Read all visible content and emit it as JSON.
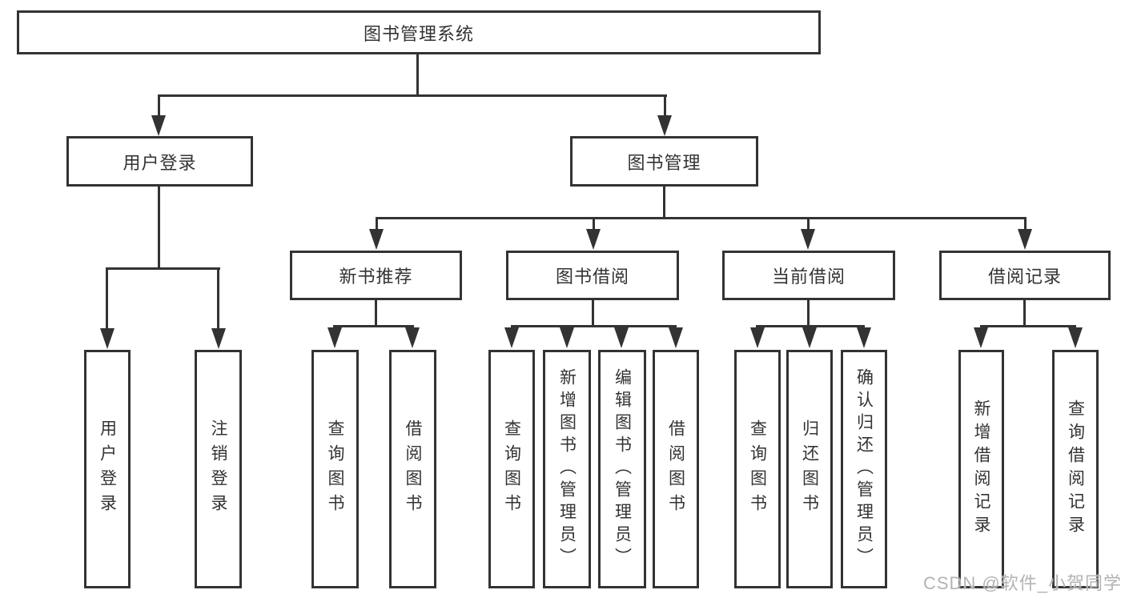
{
  "diagram": {
    "type": "hierarchy-tree",
    "title": "图书管理系统",
    "colors": {
      "line": "#333333",
      "text": "#333333",
      "background": "#ffffff",
      "watermark": "#b3b3b3"
    }
  },
  "tree": {
    "root": {
      "label": "图书管理系统",
      "children": [
        {
          "label": "用户登录",
          "children": [
            {
              "label": "用户登录"
            },
            {
              "label": "注销登录"
            }
          ]
        },
        {
          "label": "图书管理",
          "children": [
            {
              "label": "新书推荐",
              "children": [
                {
                  "label": "查询图书"
                },
                {
                  "label": "借阅图书"
                }
              ]
            },
            {
              "label": "图书借阅",
              "children": [
                {
                  "label": "查询图书"
                },
                {
                  "label": "新增图书（管理员）"
                },
                {
                  "label": "编辑图书（管理员）"
                },
                {
                  "label": "借阅图书"
                }
              ]
            },
            {
              "label": "当前借阅",
              "children": [
                {
                  "label": "查询图书"
                },
                {
                  "label": "归还图书"
                },
                {
                  "label": "确认归还（管理员）"
                }
              ]
            },
            {
              "label": "借阅记录",
              "children": [
                {
                  "label": "新增借阅记录"
                },
                {
                  "label": "查询借阅记录"
                }
              ]
            }
          ]
        }
      ]
    }
  },
  "watermark": {
    "text": "CSDN @软件_小贺同学"
  }
}
